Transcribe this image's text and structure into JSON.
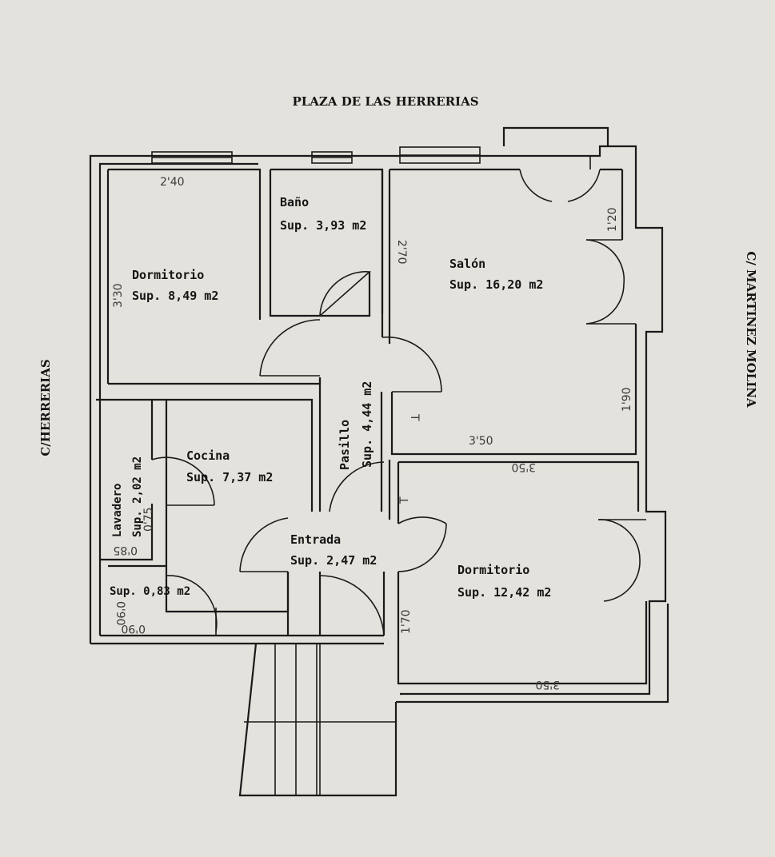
{
  "streets": {
    "top": "PLAZA DE LAS HERRERIAS",
    "left": "C/HERRERIAS",
    "right": "C/ MARTINEZ MOLINA"
  },
  "rooms": {
    "dormitorio1": {
      "name": "Dormitorio",
      "area": "Sup. 8,49 m2"
    },
    "bano": {
      "name": "Baño",
      "area": "Sup. 3,93 m2"
    },
    "salon": {
      "name": "Salón",
      "area": "Sup. 16,20 m2"
    },
    "pasillo": {
      "name": "Pasillo",
      "area": "Sup. 4,44 m2"
    },
    "lavadero": {
      "name": "Lavadero",
      "area": "Sup. 2,02 m2"
    },
    "cocina": {
      "name": "Cocina",
      "area": "Sup. 7,37 m2"
    },
    "entrada": {
      "name": "Entrada",
      "area": "Sup. 2,47 m2"
    },
    "dormitorio2": {
      "name": "Dormitorio",
      "area": "Sup. 12,42 m2"
    },
    "aseo": {
      "area": "Sup. 0,83 m2"
    }
  },
  "handwritten": {
    "d1_width": "2'40",
    "d1_depth": "3'30",
    "salon_depth": "2'70",
    "salon_door": "1'20",
    "salon_side": "1'90",
    "salon_width": "3'50",
    "d2_top": "3'50",
    "d2_side": "1'70",
    "d2_bottom": "3'50",
    "lav_a": "0'75",
    "lav_b": "0'85",
    "aseo_w": "0'90",
    "aseo_h": "0'90",
    "mark_salon": "T",
    "mark_d2": "T"
  }
}
